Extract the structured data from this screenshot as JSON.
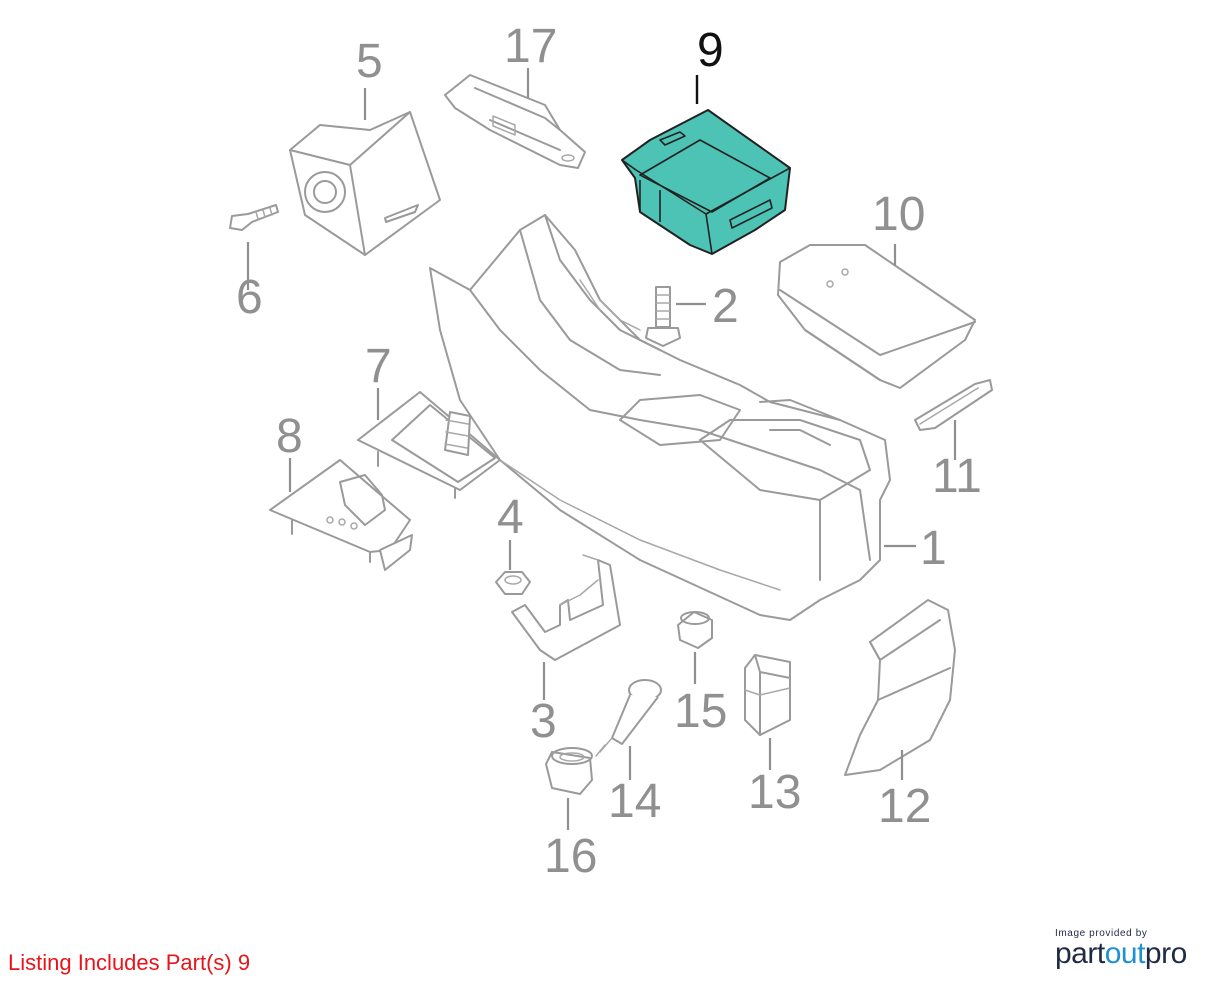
{
  "diagram": {
    "highlight_color": "#4dc3b6",
    "label_color": "#909090",
    "highlight_label_color": "#111111",
    "callouts": [
      {
        "id": "1",
        "label": "1"
      },
      {
        "id": "2",
        "label": "2"
      },
      {
        "id": "3",
        "label": "3"
      },
      {
        "id": "4",
        "label": "4"
      },
      {
        "id": "5",
        "label": "5"
      },
      {
        "id": "6",
        "label": "6"
      },
      {
        "id": "7",
        "label": "7"
      },
      {
        "id": "8",
        "label": "8"
      },
      {
        "id": "9",
        "label": "9",
        "highlighted": true
      },
      {
        "id": "10",
        "label": "10"
      },
      {
        "id": "11",
        "label": "11"
      },
      {
        "id": "12",
        "label": "12"
      },
      {
        "id": "13",
        "label": "13"
      },
      {
        "id": "14",
        "label": "14"
      },
      {
        "id": "15",
        "label": "15"
      },
      {
        "id": "16",
        "label": "16"
      },
      {
        "id": "17",
        "label": "17"
      }
    ]
  },
  "listing": {
    "caption": "Listing Includes Part(s) 9",
    "color": "#e8141a"
  },
  "credit": {
    "small_text": "Image provided by",
    "brand_part1": "part",
    "brand_part2": "out",
    "brand_part3": "pro",
    "accent_color": "#1f8fd6"
  }
}
